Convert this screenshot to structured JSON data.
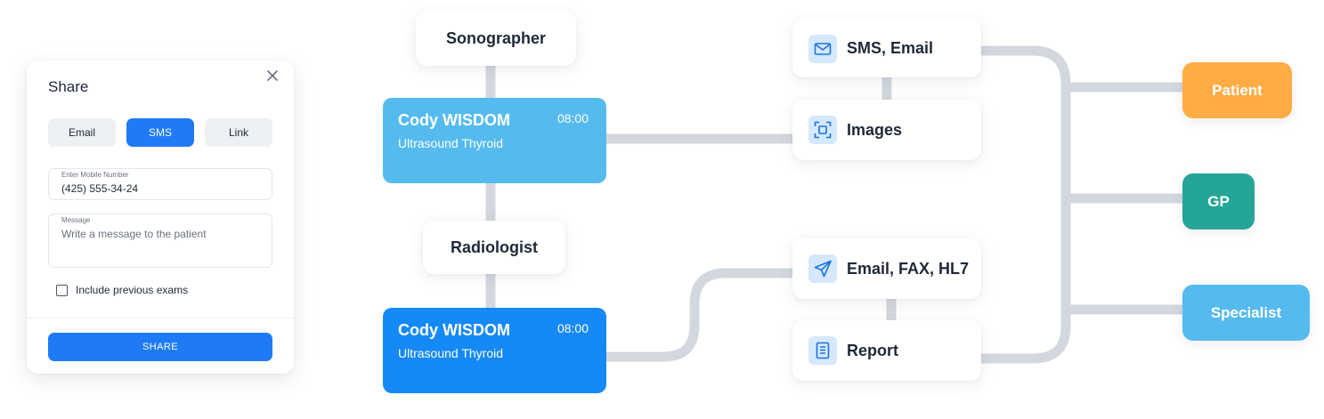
{
  "share_dialog": {
    "title": "Share",
    "tabs": [
      {
        "label": "Email",
        "active": false
      },
      {
        "label": "SMS",
        "active": true
      },
      {
        "label": "Link",
        "active": false
      }
    ],
    "mobile_field": {
      "label": "Enter Mobile Number",
      "value": "(425) 555-34-24"
    },
    "message_field": {
      "label": "Message",
      "placeholder": "Write a message to the patient"
    },
    "include_previous": {
      "label": "Include previous exams",
      "checked": false
    },
    "share_button": "SHARE"
  },
  "workflow": {
    "sonographer": "Sonographer",
    "radiologist": "Radiologist",
    "exams": [
      {
        "name": "Cody WISDOM",
        "time": "08:00",
        "type": "Ultrasound Thyroid",
        "color": "#55bbef"
      },
      {
        "name": "Cody WISDOM",
        "time": "08:00",
        "type": "Ultrasound Thyroid",
        "color": "#1589f6"
      }
    ],
    "channels": [
      {
        "label": "SMS, Email",
        "icon": "mail-icon"
      },
      {
        "label": "Images",
        "icon": "image-frame-icon"
      },
      {
        "label": "Email, FAX, HL7",
        "icon": "paper-plane-icon"
      },
      {
        "label": "Report",
        "icon": "document-icon"
      }
    ],
    "recipients": [
      {
        "label": "Patient",
        "color": "#ffac45"
      },
      {
        "label": "GP",
        "color": "#25a597"
      },
      {
        "label": "Specialist",
        "color": "#55bbef"
      }
    ]
  },
  "colors": {
    "accent": "#1e7bf5",
    "connector": "#d3d8de",
    "icon_bg": "#d5e8fc",
    "icon_stroke": "#1a73e8"
  }
}
